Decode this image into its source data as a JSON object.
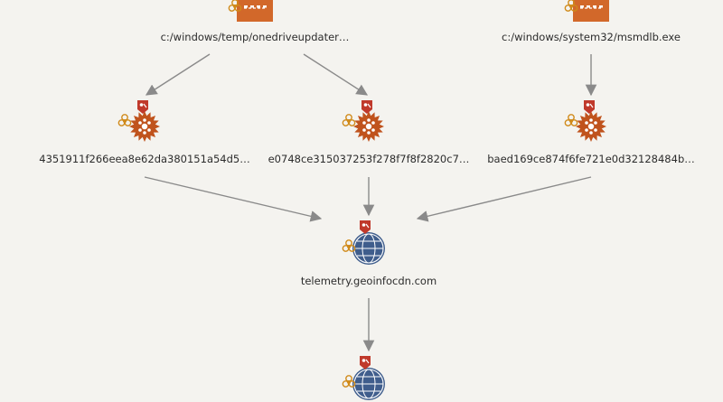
{
  "graph": {
    "colors": {
      "background": "#f4f3ef",
      "edge": "#8a8a8a",
      "file_node": "#d2682a",
      "malware_node": "#c0531d",
      "domain_node": "#3f5d8c",
      "tag_badge": "#c0392b"
    },
    "nodes": [
      {
        "id": "file1",
        "kind": "file",
        "icon": "file-icon",
        "label": "c:/windows/temp/onedriveupdater…"
      },
      {
        "id": "file2",
        "kind": "file",
        "icon": "file-icon",
        "label": "c:/windows/system32/msmdlb.exe"
      },
      {
        "id": "hash1",
        "kind": "malware",
        "icon": "malware-icon",
        "label": "4351911f266eea8e62da380151a54d5…"
      },
      {
        "id": "hash2",
        "kind": "malware",
        "icon": "malware-icon",
        "label": "e0748ce315037253f278f7f8f2820c7…"
      },
      {
        "id": "hash3",
        "kind": "malware",
        "icon": "malware-icon",
        "label": "baed169ce874f6fe721e0d32128484b…"
      },
      {
        "id": "domain1",
        "kind": "domain",
        "icon": "globe-icon",
        "label": "telemetry.geoinfocdn.com"
      },
      {
        "id": "domain2",
        "kind": "domain",
        "icon": "globe-icon",
        "label": ""
      }
    ],
    "edges": [
      {
        "from": "file1",
        "to": "hash1"
      },
      {
        "from": "file1",
        "to": "hash2"
      },
      {
        "from": "file2",
        "to": "hash3"
      },
      {
        "from": "hash1",
        "to": "domain1"
      },
      {
        "from": "hash2",
        "to": "domain1"
      },
      {
        "from": "hash3",
        "to": "domain1"
      },
      {
        "from": "domain1",
        "to": "domain2"
      }
    ]
  }
}
